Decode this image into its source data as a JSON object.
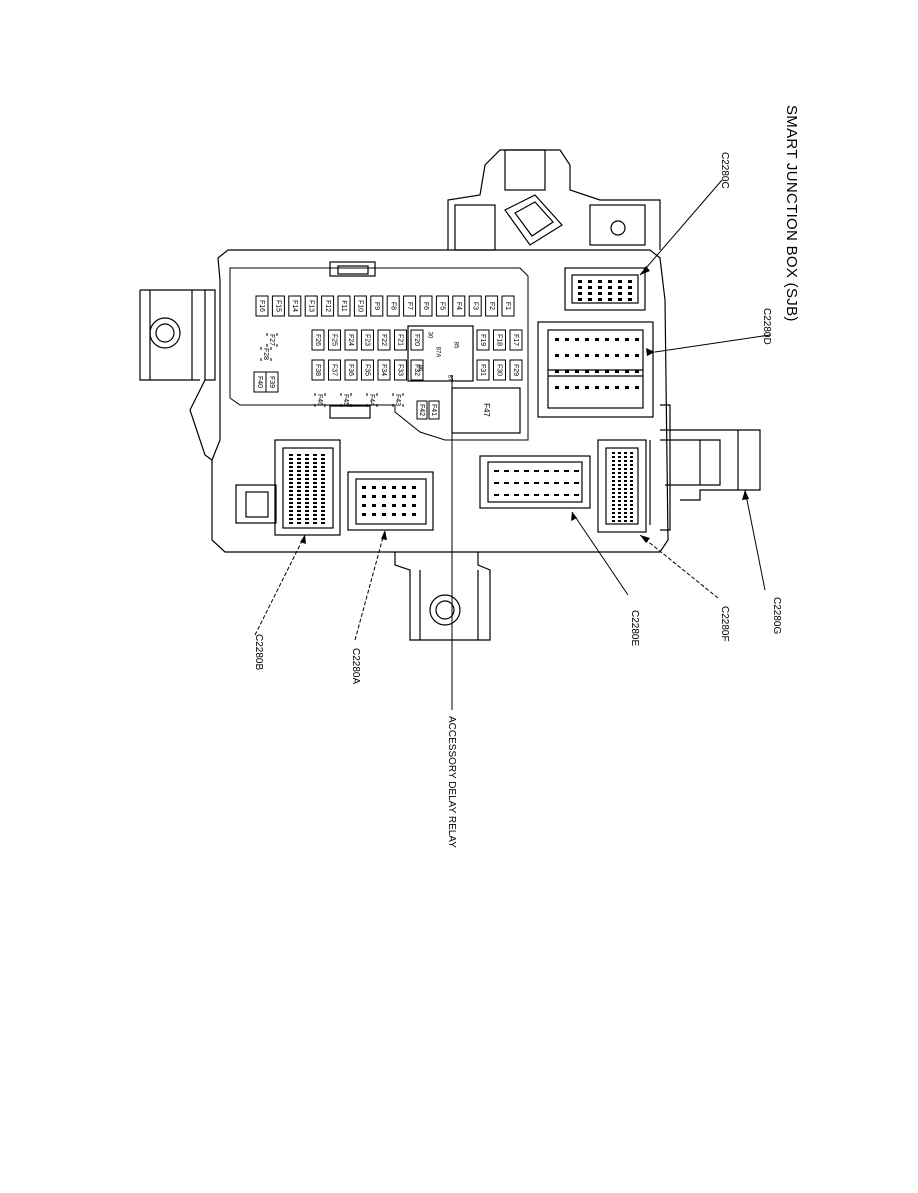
{
  "title": "SMART JUNCTION BOX (SJB)",
  "relay_label": "ACCESSORY DELAY RELAY",
  "connectors": {
    "c2280c": "C2280C",
    "c2280d": "C2280D",
    "c2280e": "C2280E",
    "c2280f": "C2280F",
    "c2280g": "C2280G",
    "c2280a": "C2280A",
    "c2280b": "C2280B"
  },
  "fuses": {
    "row1": [
      "F1",
      "F2",
      "F3",
      "F4",
      "F5",
      "F6",
      "F7",
      "F8",
      "F9",
      "F10",
      "F11",
      "F12",
      "F13",
      "F14",
      "F15",
      "F16"
    ],
    "row2": [
      "F17",
      "F18",
      "F19",
      "F20",
      "F21",
      "F22",
      "F23",
      "F24",
      "F25",
      "F26"
    ],
    "row2_small": [
      "F27",
      "F28"
    ],
    "row3": [
      "F29",
      "F30",
      "F31",
      "F32",
      "F33",
      "F34",
      "F35",
      "F36",
      "F37",
      "F38"
    ],
    "row3_box": [
      "F39",
      "F40"
    ],
    "row4": [
      "F41",
      "F42"
    ],
    "row4_small": [
      "F43",
      "F44",
      "F45",
      "F46"
    ],
    "big": "F47"
  },
  "relay_pins": [
    "30",
    "85",
    "87A",
    "86",
    "87"
  ],
  "colors": {
    "ink": "#000000",
    "paper": "#ffffff"
  }
}
